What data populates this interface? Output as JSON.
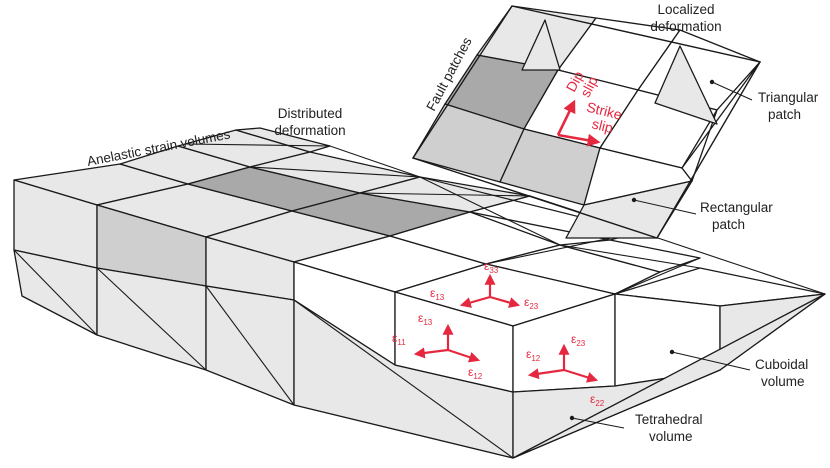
{
  "labels": {
    "anelastic": "Anelastic strain volumes",
    "distributed_line1": "Distributed",
    "distributed_line2": "deformation",
    "fault_patches": "Fault patches",
    "localized_line1": "Localized",
    "localized_line2": "deformation",
    "triangular_line1": "Triangular",
    "triangular_line2": "patch",
    "rectangular_line1": "Rectangular",
    "rectangular_line2": "patch",
    "cuboidal_line1": "Cuboidal",
    "cuboidal_line2": "volume",
    "tetrahedral_line1": "Tetrahedral",
    "tetrahedral_line2": "volume",
    "dip_slip_line1": "Dip",
    "dip_slip_line2": "slip",
    "strike_slip_line1": "Strike",
    "strike_slip_line2": "slip"
  },
  "strain": {
    "symbol": "ε",
    "components": [
      "33",
      "13",
      "23",
      "13",
      "11",
      "12",
      "12",
      "23",
      "22"
    ]
  },
  "colors": {
    "accent": "#e5283f",
    "line": "#1a1a1a",
    "light": "#e8e8e8",
    "mid": "#cfcfcf",
    "dark": "#a9a9a9",
    "white": "#ffffff"
  }
}
